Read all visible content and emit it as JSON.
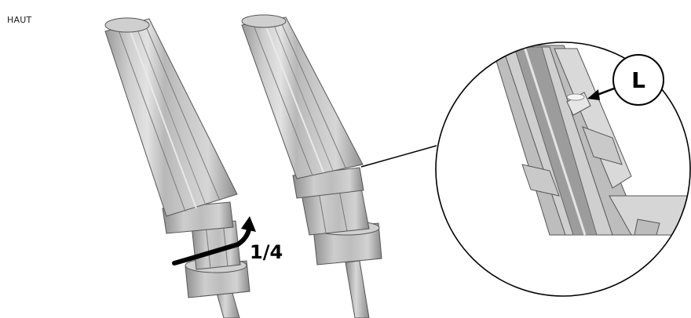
{
  "header": {
    "label": "HAUT"
  },
  "annotations": {
    "rotation": "1/4",
    "callout": "L"
  }
}
